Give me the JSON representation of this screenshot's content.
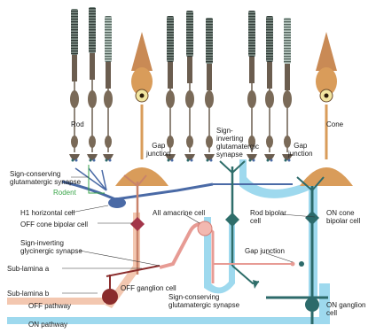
{
  "labels": {
    "rod": "Rod",
    "cone": "Cone",
    "gap_junction_left_1": "Gap",
    "gap_junction_left_2": "junction",
    "gap_junction_right_1": "Gap",
    "gap_junction_right_2": "junction",
    "sign_inverting_1": "Sign-",
    "sign_inverting_2": "inverting",
    "sign_inverting_3": "glutamatergic",
    "sign_inverting_4": "synapse",
    "sign_conserving_1": "Sign-conserving",
    "sign_conserving_2": "glutamatergic synapse",
    "rodent": "Rodent",
    "h1_horizontal": "H1 horizontal cell",
    "off_cone_bipolar": "OFF cone bipolar cell",
    "all_amacrine": "AII amacrine cell",
    "rod_bipolar_1": "Rod bipolar",
    "rod_bipolar_2": "cell",
    "on_cone_bipolar_1": "ON cone",
    "on_cone_bipolar_2": "bipolar cell",
    "glycinergic_1": "Sign-inverting",
    "glycinergic_2": "glycinergic synapse",
    "gap_junction_lower": "Gap junction",
    "sub_lamina_a": "Sub-lamina a",
    "sub_lamina_b": "Sub-lamina b",
    "off_ganglion": "OFF ganglion cell",
    "sign_conserving_lower_1": "Sign-conserving",
    "sign_conserving_lower_2": "glutamatergic synapse",
    "on_ganglion_1": "ON ganglion",
    "on_ganglion_2": "cell",
    "off_pathway": "OFF pathway",
    "on_pathway": "ON pathway"
  },
  "colors": {
    "rod_body": "#6b5d4f",
    "rod_outer_segment": "#3d3d3d",
    "cone_body": "#d99c5a",
    "horizontal_cell": "#4a6aa6",
    "off_bipolar": "#e9a38a",
    "amacrine": "#f3b8b0",
    "on_bipolar": "#2c6a6a",
    "on_pathway": "#8fd4ea",
    "off_pathway": "#f0c0a8",
    "rodent_label": "#3aa64a"
  }
}
